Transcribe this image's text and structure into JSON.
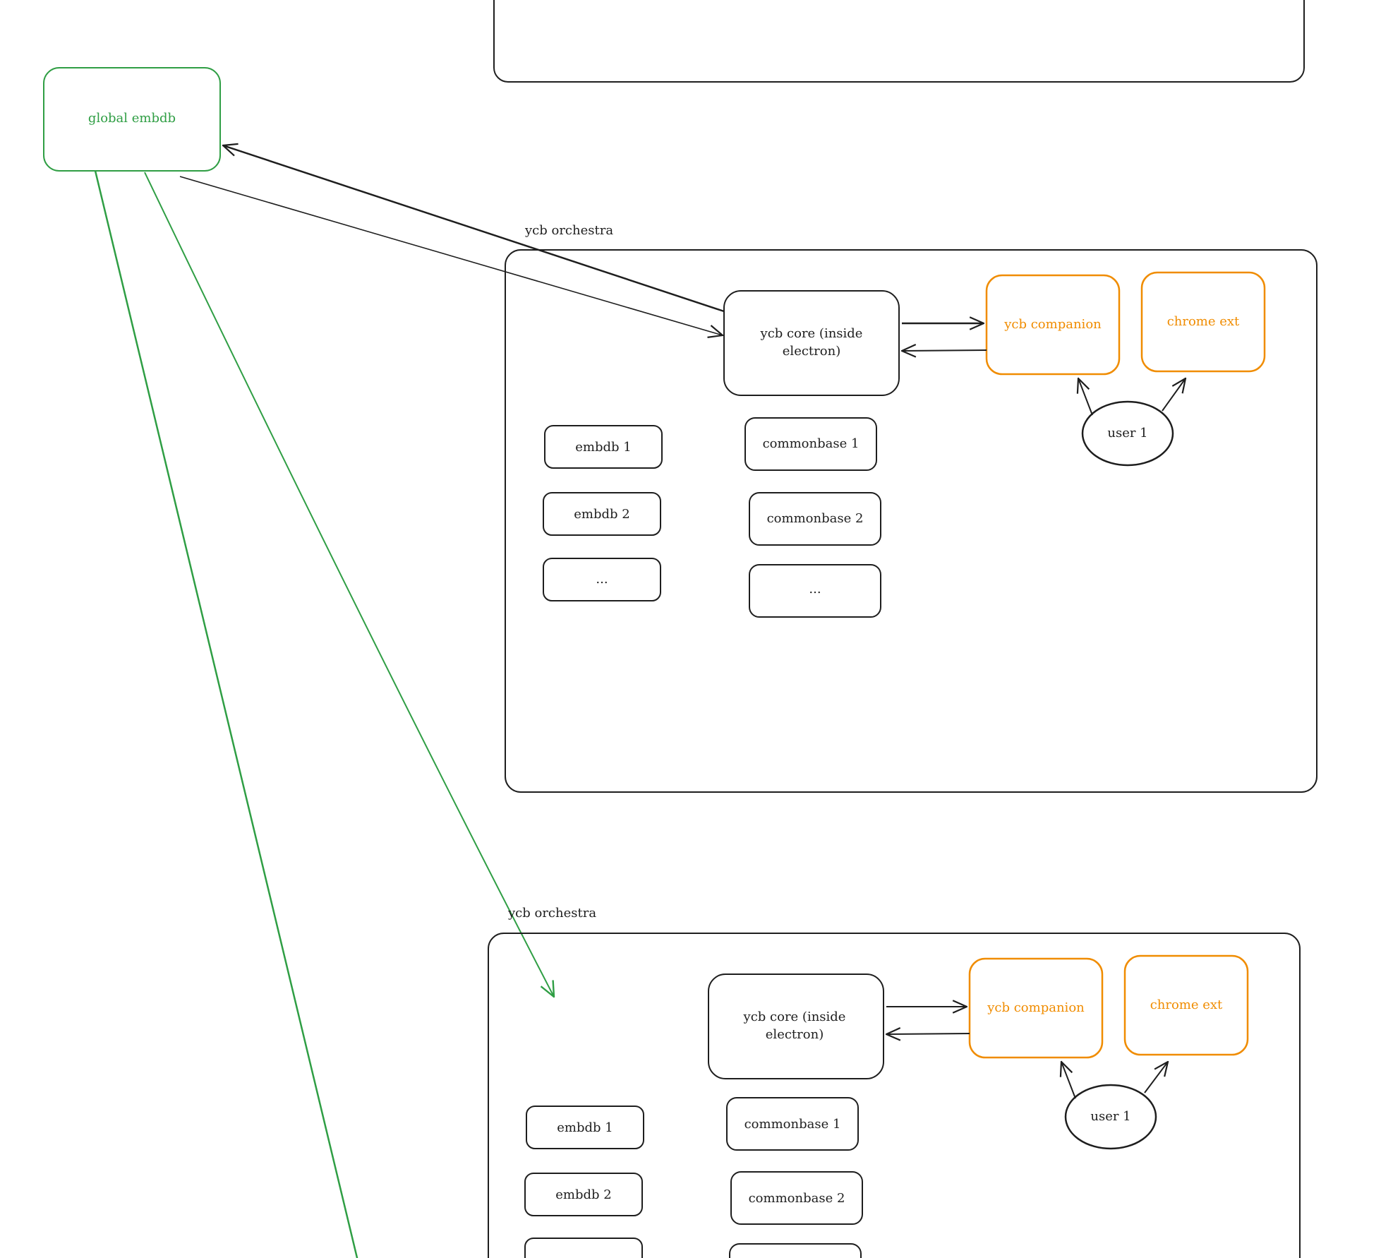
{
  "colors": {
    "ink": "#1e1e1e",
    "green": "#2f9e44",
    "orange": "#f08c00",
    "background": "#ffffff"
  },
  "global_node": {
    "label": "global embdb"
  },
  "groups": [
    {
      "title": "ycb orchestra",
      "core": [
        "ycb core (inside",
        "electron)"
      ],
      "companion": "ycb companion",
      "chrome": "chrome ext",
      "user": "user 1",
      "embdbs": [
        "embdb 1",
        "embdb 2",
        "..."
      ],
      "commonbases": [
        "commonbase 1",
        "commonbase 2",
        "..."
      ]
    },
    {
      "title": "ycb orchestra",
      "core": [
        "ycb core (inside",
        "electron)"
      ],
      "companion": "ycb companion",
      "chrome": "chrome ext",
      "user": "user 1",
      "embdbs": [
        "embdb 1",
        "embdb 2",
        "..."
      ],
      "commonbases": [
        "commonbase 1",
        "commonbase 2",
        ""
      ]
    }
  ]
}
